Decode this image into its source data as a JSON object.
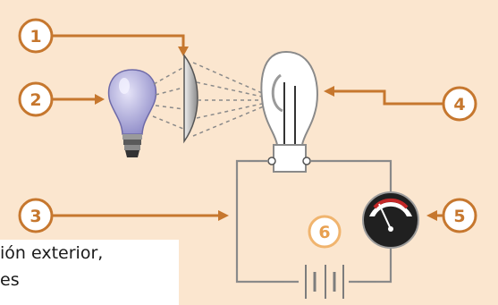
{
  "labels": [
    "1",
    "2",
    "3",
    "4",
    "5",
    "6"
  ],
  "caption": {
    "line1": "ión exterior,",
    "line2": "es"
  },
  "colors": {
    "background": "#fbe6cf",
    "accent": "#c6772e",
    "wire": "#7d7d7d",
    "bulb_glass": "#b3b0dc",
    "meter_face": "#202020",
    "meter_scale": "#c42828"
  },
  "icons": {
    "lamp": "light-bulb-icon",
    "lens": "lens-icon",
    "tube": "photocell-icon",
    "meter": "ammeter-icon",
    "battery": "battery-icon"
  }
}
